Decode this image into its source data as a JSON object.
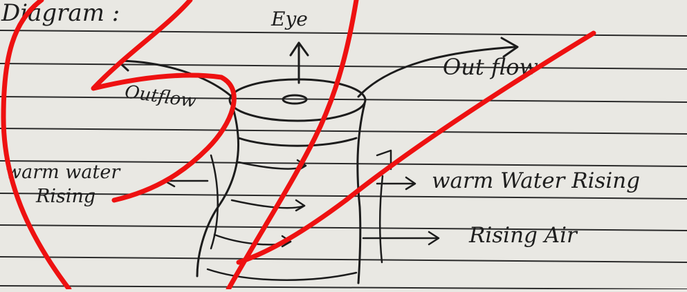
{
  "heading": "Diagram :",
  "labels": {
    "eye": "Eye",
    "outflow_left": "Outflow",
    "outflow_right": "Out flow",
    "warm_water_left_line1": "warm water",
    "warm_water_left_line2": "Rising",
    "warm_water_right": "warm Water Rising",
    "rising_air": "Rising Air"
  },
  "colors": {
    "paper": "#e9e8e3",
    "ruled_line": "#2a2a2a",
    "ink": "#1c1c1c",
    "correction_mark": "#ee1111"
  }
}
